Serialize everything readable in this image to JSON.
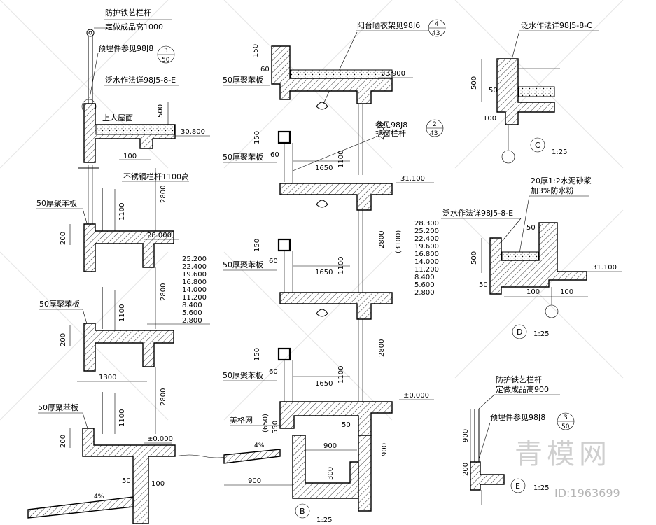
{
  "details": {
    "A": {
      "railing_title": "防护铁艺栏杆",
      "railing_height": "定做成品高1000",
      "embed_ref": "预埋件参见98J8",
      "embed_num": "3",
      "embed_den": "50",
      "flashing": "泛水作法详98J5-8-E",
      "roof": "上人屋面",
      "dim_500": "500",
      "elev_roof": "30.800",
      "dim_100": "100",
      "steel_rail": "不锈钢栏杆1100高",
      "dim_2800": "2800",
      "board": "50厚聚苯板",
      "dim_200": "200",
      "dim_1100": "1100",
      "elev_28": "28.000",
      "elevs": [
        "25.200",
        "22.400",
        "19.600",
        "16.800",
        "14.000",
        "11.200",
        "8.400",
        "5.600",
        "2.800"
      ],
      "dim_1300": "1300",
      "elev_zero": "±0.000",
      "slope": "4%",
      "dim_50": "50"
    },
    "B": {
      "hanger_ref": "阳台晒衣架见98J6",
      "hanger_num": "4",
      "hanger_den": "43",
      "dim_150": "150",
      "dim_60": "60",
      "board": "50厚聚苯板",
      "elev_top": "33.900",
      "rail_ref": "参见98J8",
      "rail_label": "护窗栏杆",
      "rail_num": "2",
      "rail_den": "43",
      "dim_2800": "2800",
      "dim_1650": "1650",
      "dim_1100": "1100",
      "elev_31": "31.100",
      "elevs": [
        "28.300",
        "25.200",
        "22.400",
        "19.600",
        "16.800",
        "14.000",
        "11.200",
        "8.400",
        "5.600",
        "2.800"
      ],
      "dim_3100": "(3100)",
      "elev_zero": "±0.000",
      "grille": "美格网",
      "dim_650": "(650)",
      "dim_550": "550",
      "dim_50": "50",
      "dim_900": "900",
      "dim_300": "300",
      "slope": "4%",
      "label": "B",
      "scale": "1:25"
    },
    "C": {
      "flashing": "泛水作法详98J5-8-C",
      "dim_500": "500",
      "dim_50": "50",
      "dim_100": "100",
      "label": "C",
      "scale": "1:25"
    },
    "D": {
      "mortar": "20厚1:2水泥砂浆",
      "waterproof": "加3%防水粉",
      "flashing": "泛水作法详98J5-8-E",
      "dim_50": "50",
      "dim_500": "500",
      "dim_100": "100",
      "elev": "31.100",
      "label": "D",
      "scale": "1:25"
    },
    "E": {
      "railing_title": "防护铁艺栏杆",
      "railing_height": "定做成品高900",
      "embed_ref": "预埋件参见98J8",
      "embed_num": "3",
      "embed_den": "50",
      "dim_900": "900",
      "dim_200": "200",
      "label": "E",
      "scale": "1:25"
    }
  },
  "watermark": {
    "brand": "青模网",
    "id_text": "ID:1963699"
  }
}
